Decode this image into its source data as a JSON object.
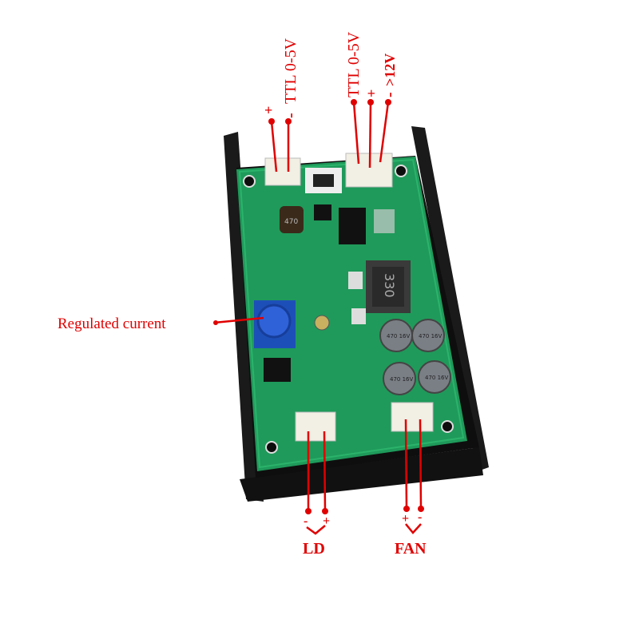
{
  "labels": {
    "ttl_left": "TTL 0-5V",
    "ttl_left_plus": "+",
    "ttl_left_minus": "-",
    "ttl_right": "TTL 0-5V",
    "ttl_right_plus": "+",
    "power": ">12V",
    "power_minus": "-",
    "regulated_current": "Regulated current",
    "ld": "LD",
    "ld_minus": "-",
    "ld_plus": "+",
    "fan": "FAN",
    "fan_plus": "+",
    "fan_minus": "-"
  },
  "components": {
    "inductor_small": "470",
    "inductor_large": "330",
    "cap_1": "470 16V",
    "cap_2": "470 16V",
    "cap_3": "470 16V",
    "cap_4": "470 16V"
  },
  "colors": {
    "annotation": "#e00000",
    "pcb": "#1f9a5a",
    "heatsink": "#141414"
  }
}
